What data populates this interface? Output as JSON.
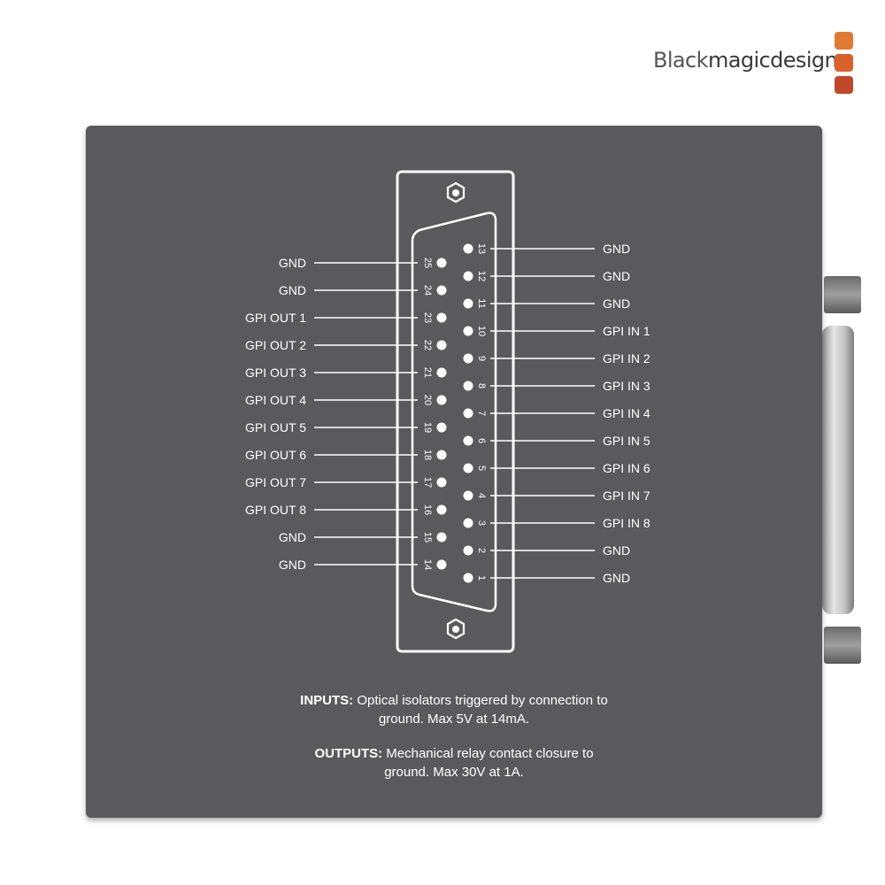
{
  "brand": {
    "name_bold": "Black",
    "name_rest": "magicdesign",
    "colors": [
      "#e07a32",
      "#d9622b",
      "#c0482a"
    ]
  },
  "device_color": "#5a5a5c",
  "connector": {
    "type": "DB-25",
    "left_pins": [
      {
        "num": "25",
        "label": "GND"
      },
      {
        "num": "24",
        "label": "GND"
      },
      {
        "num": "23",
        "label": "GPI OUT 1"
      },
      {
        "num": "22",
        "label": "GPI OUT 2"
      },
      {
        "num": "21",
        "label": "GPI OUT 3"
      },
      {
        "num": "20",
        "label": "GPI OUT 4"
      },
      {
        "num": "19",
        "label": "GPI OUT 5"
      },
      {
        "num": "18",
        "label": "GPI OUT 6"
      },
      {
        "num": "17",
        "label": "GPI OUT 7"
      },
      {
        "num": "16",
        "label": "GPI OUT 8"
      },
      {
        "num": "15",
        "label": "GND"
      },
      {
        "num": "14",
        "label": "GND"
      }
    ],
    "right_pins": [
      {
        "num": "13",
        "label": "GND"
      },
      {
        "num": "12",
        "label": "GND"
      },
      {
        "num": "11",
        "label": "GND"
      },
      {
        "num": "10",
        "label": "GPI IN 1"
      },
      {
        "num": "9",
        "label": "GPI IN 2"
      },
      {
        "num": "8",
        "label": "GPI IN 3"
      },
      {
        "num": "7",
        "label": "GPI IN 4"
      },
      {
        "num": "6",
        "label": "GPI IN 5"
      },
      {
        "num": "5",
        "label": "GPI IN 6"
      },
      {
        "num": "4",
        "label": "GPI IN 7"
      },
      {
        "num": "3",
        "label": "GPI IN 8"
      },
      {
        "num": "2",
        "label": "GND"
      },
      {
        "num": "1",
        "label": "GND"
      }
    ]
  },
  "notes": {
    "inputs_title": "INPUTS:",
    "inputs_text": " Optical isolators triggered by connection to ground. Max 5V at 14mA.",
    "outputs_title": "OUTPUTS:",
    "outputs_text": " Mechanical relay contact closure to ground. Max 30V at 1A."
  }
}
